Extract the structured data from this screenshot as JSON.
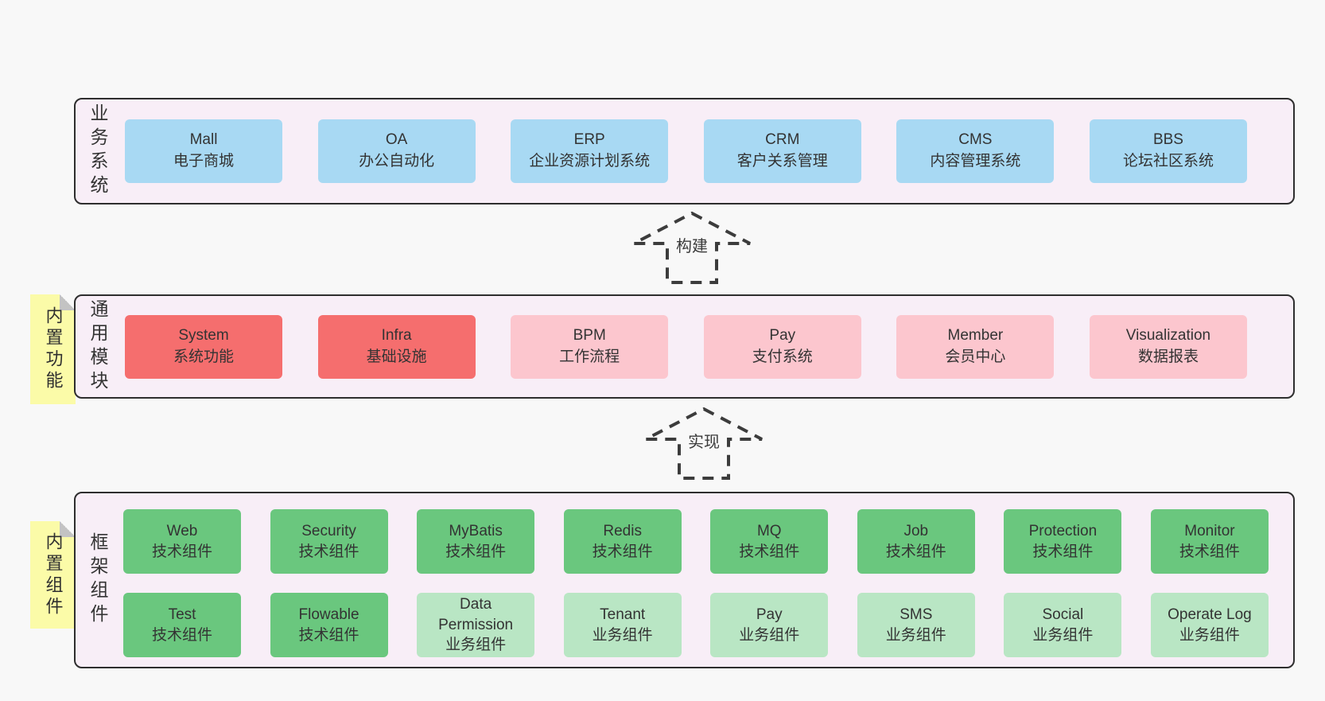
{
  "colors": {
    "page_bg": "#f8f8f8",
    "band_bg": "#f8eef7",
    "band_border": "#2e2e2e",
    "blue": "#a8d9f3",
    "red": "#f56e6e",
    "pink": "#fcc6ce",
    "green": "#6ac77e",
    "lightgreen": "#b9e6c4",
    "note_bg": "#fbfba8",
    "note_fold": "#c3c3c3",
    "arrow": "#3c3c3c"
  },
  "arrows": [
    {
      "label": "构建"
    },
    {
      "label": "实现"
    }
  ],
  "bands": [
    {
      "id": "business",
      "label": "业务系统",
      "boxes": [
        {
          "name": "mall",
          "title": "Mall",
          "subtitle": "电子商城",
          "variant": "blue"
        },
        {
          "name": "oa",
          "title": "OA",
          "subtitle": "办公自动化",
          "variant": "blue"
        },
        {
          "name": "erp",
          "title": "ERP",
          "subtitle": "企业资源计划系统",
          "variant": "blue"
        },
        {
          "name": "crm",
          "title": "CRM",
          "subtitle": "客户关系管理",
          "variant": "blue"
        },
        {
          "name": "cms",
          "title": "CMS",
          "subtitle": "内容管理系统",
          "variant": "blue"
        },
        {
          "name": "bbs",
          "title": "BBS",
          "subtitle": "论坛社区系统",
          "variant": "blue"
        }
      ]
    },
    {
      "id": "modules",
      "label": "通用模块",
      "note": "内置功能",
      "boxes": [
        {
          "name": "system",
          "title": "System",
          "subtitle": "系统功能",
          "variant": "red"
        },
        {
          "name": "infra",
          "title": "Infra",
          "subtitle": "基础设施",
          "variant": "red"
        },
        {
          "name": "bpm",
          "title": "BPM",
          "subtitle": "工作流程",
          "variant": "pink"
        },
        {
          "name": "pay",
          "title": "Pay",
          "subtitle": "支付系统",
          "variant": "pink"
        },
        {
          "name": "member",
          "title": "Member",
          "subtitle": "会员中心",
          "variant": "pink"
        },
        {
          "name": "visualization",
          "title": "Visualization",
          "subtitle": "数据报表",
          "variant": "pink"
        }
      ]
    },
    {
      "id": "components",
      "label": "框架组件",
      "note": "内置组件",
      "rows": [
        [
          {
            "name": "web",
            "title": "Web",
            "subtitle": "技术组件",
            "variant": "green"
          },
          {
            "name": "security",
            "title": "Security",
            "subtitle": "技术组件",
            "variant": "green"
          },
          {
            "name": "mybatis",
            "title": "MyBatis",
            "subtitle": "技术组件",
            "variant": "green"
          },
          {
            "name": "redis",
            "title": "Redis",
            "subtitle": "技术组件",
            "variant": "green"
          },
          {
            "name": "mq",
            "title": "MQ",
            "subtitle": "技术组件",
            "variant": "green"
          },
          {
            "name": "job",
            "title": "Job",
            "subtitle": "技术组件",
            "variant": "green"
          },
          {
            "name": "protection",
            "title": "Protection",
            "subtitle": "技术组件",
            "variant": "green"
          },
          {
            "name": "monitor",
            "title": "Monitor",
            "subtitle": "技术组件",
            "variant": "green"
          }
        ],
        [
          {
            "name": "test",
            "title": "Test",
            "subtitle": "技术组件",
            "variant": "green"
          },
          {
            "name": "flowable",
            "title": "Flowable",
            "subtitle": "技术组件",
            "variant": "green"
          },
          {
            "name": "data-permission",
            "title": "Data Permission",
            "subtitle": "业务组件",
            "variant": "lightgreen"
          },
          {
            "name": "tenant",
            "title": "Tenant",
            "subtitle": "业务组件",
            "variant": "lightgreen"
          },
          {
            "name": "pay-component",
            "title": "Pay",
            "subtitle": "业务组件",
            "variant": "lightgreen"
          },
          {
            "name": "sms",
            "title": "SMS",
            "subtitle": "业务组件",
            "variant": "lightgreen"
          },
          {
            "name": "social",
            "title": "Social",
            "subtitle": "业务组件",
            "variant": "lightgreen"
          },
          {
            "name": "operate-log",
            "title": "Operate Log",
            "subtitle": "业务组件",
            "variant": "lightgreen"
          }
        ]
      ]
    }
  ]
}
